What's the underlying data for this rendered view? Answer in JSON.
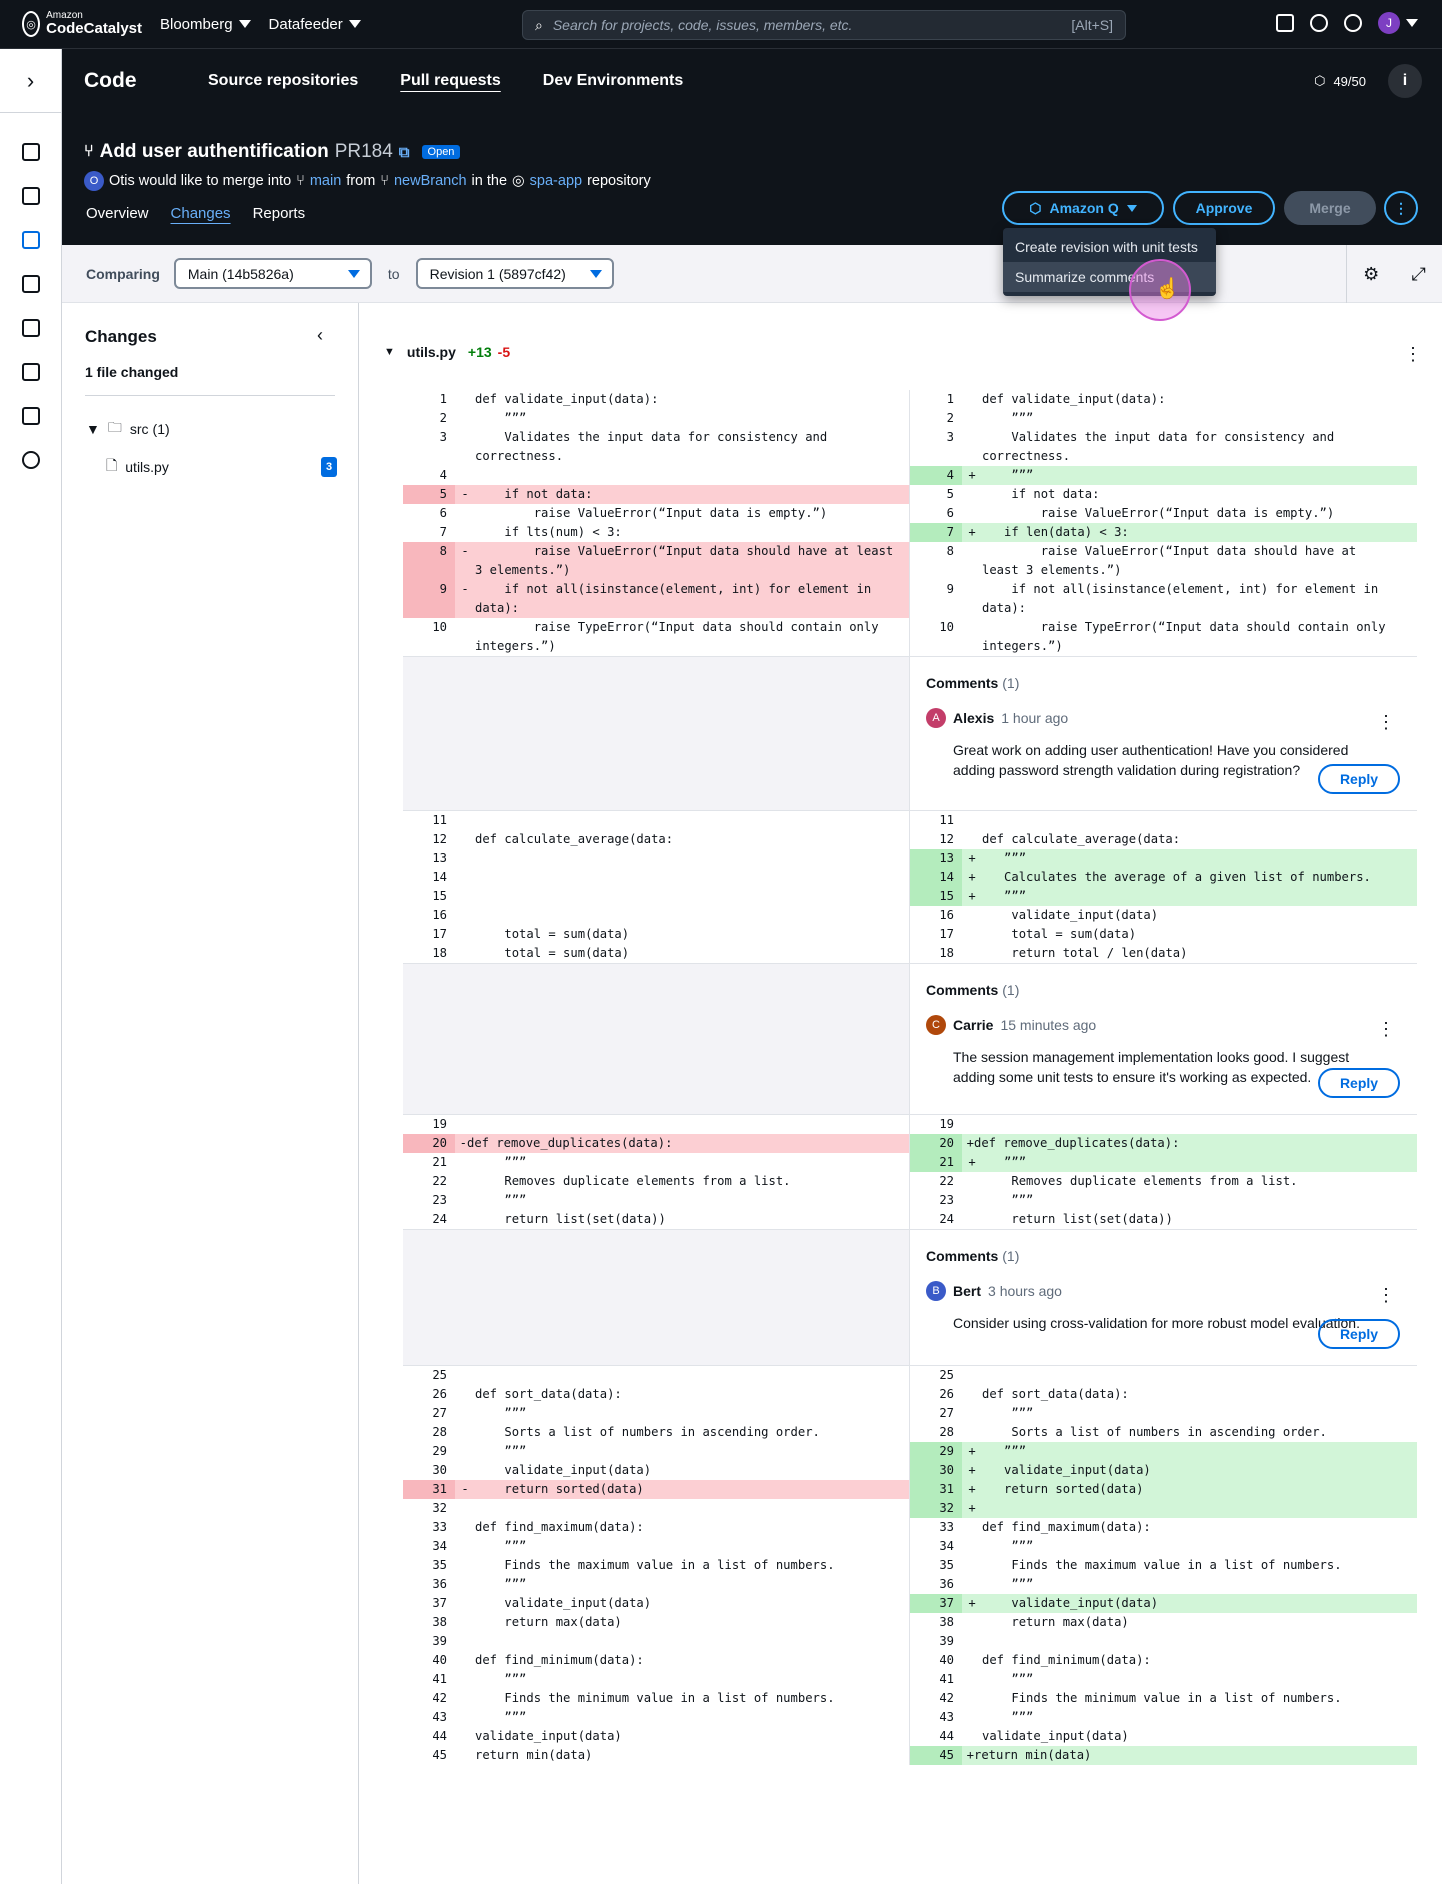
{
  "topbar": {
    "brand_small": "Amazon",
    "brand": "CodeCatalyst",
    "space": "Bloomberg",
    "project": "Datafeeder",
    "search_placeholder": "Search for projects, code, issues, members, etc.",
    "search_shortcut": "[Alt+S]",
    "avatar_initial": "J"
  },
  "nav": {
    "section": "Code",
    "tabs": [
      "Source repositories",
      "Pull requests",
      "Dev Environments"
    ],
    "quota": "49/50"
  },
  "pr": {
    "title": "Add user authentification",
    "number": "PR184",
    "status": "Open",
    "author_initial": "O",
    "author_text": "Otis would like to merge into",
    "target_branch": "main",
    "from_text": "from",
    "source_branch": "newBranch",
    "in_text": "in the",
    "repo": "spa-app",
    "repo_suffix": "repository",
    "tabs": [
      "Overview",
      "Changes",
      "Reports"
    ],
    "buttons": {
      "amazon_q": "Amazon Q",
      "approve": "Approve",
      "merge": "Merge"
    }
  },
  "dropdown": {
    "items": [
      "Create revision with unit tests",
      "Summarize comments"
    ]
  },
  "compare": {
    "label": "Comparing",
    "from": "Main (14b5826a)",
    "to_label": "to",
    "to": "Revision 1 (5897cf42)"
  },
  "changes": {
    "title": "Changes",
    "files_changed": "1 file changed",
    "folder": "src",
    "folder_count": "(1)",
    "file": "utils.py",
    "file_count": "3"
  },
  "file": {
    "name": "utils.py",
    "additions": "+13",
    "deletions": "-5"
  },
  "comments": [
    {
      "header": "Comments",
      "count": "(1)",
      "initial": "A",
      "color": "#c33d69",
      "author": "Alexis",
      "time": "1 hour ago",
      "text": "Great work on adding user authentication! Have you considered adding password strength validation during registration?",
      "reply": "Reply"
    },
    {
      "header": "Comments",
      "count": "(1)",
      "initial": "C",
      "color": "#b0480b",
      "author": "Carrie",
      "time": "15 minutes ago",
      "text": "The session management implementation looks good. I suggest adding some unit tests to ensure it's working as expected.",
      "reply": "Reply"
    },
    {
      "header": "Comments",
      "count": "(1)",
      "initial": "B",
      "color": "#3a5ac8",
      "author": "Bert",
      "time": "3 hours ago",
      "text": "Consider using cross-validation for more robust model evaluation.",
      "reply": "Reply"
    }
  ],
  "diff_blocks": [
    [
      {
        "l": {
          "n": "1",
          "c": "def validate_input(data):"
        },
        "r": {
          "n": "1",
          "c": "def validate_input(data):"
        }
      },
      {
        "l": {
          "n": "2",
          "c": "    ”””"
        },
        "r": {
          "n": "2",
          "c": "    ”””"
        }
      },
      {
        "l": {
          "n": "3",
          "c": "    Validates the input data for consistency and\ncorrectness."
        },
        "r": {
          "n": "3",
          "c": "    Validates the input data for consistency and\ncorrectness."
        }
      },
      {
        "l": {
          "n": "4",
          "c": ""
        },
        "r": {
          "n": "4",
          "c": "    ”””",
          "t": "add"
        }
      },
      {
        "l": {
          "n": "5",
          "c": "    if not data:",
          "t": "del"
        },
        "r": {
          "n": "5",
          "c": "    if not data:"
        }
      },
      {
        "l": {
          "n": "6",
          "c": "        raise ValueError(“Input data is empty.”)"
        },
        "r": {
          "n": "6",
          "c": "        raise ValueError(“Input data is empty.”)"
        }
      },
      {
        "l": {
          "n": "7",
          "c": "    if lts(num) < 3:"
        },
        "r": {
          "n": "7",
          "c": "   if len(data) < 3:",
          "t": "add"
        }
      },
      {
        "l": {
          "n": "8",
          "c": "        raise ValueError(“Input data should have at least\n3 elements.”)",
          "t": "del"
        },
        "r": {
          "n": "8",
          "c": "        raise ValueError(“Input data should have at\nleast 3 elements.”)"
        }
      },
      {
        "l": {
          "n": "9",
          "c": "    if not all(isinstance(element, int) for element in\ndata):",
          "t": "del"
        },
        "r": {
          "n": "9",
          "c": "    if not all(isinstance(element, int) for element in\ndata):"
        }
      },
      {
        "l": {
          "n": "10",
          "c": "        raise TypeError(“Input data should contain only\nintegers.”)"
        },
        "r": {
          "n": "10",
          "c": "        raise TypeError(“Input data should contain only\nintegers.”)"
        }
      }
    ],
    [
      {
        "l": {
          "n": "11",
          "c": ""
        },
        "r": {
          "n": "11",
          "c": ""
        }
      },
      {
        "l": {
          "n": "12",
          "c": "def calculate_average(data:"
        },
        "r": {
          "n": "12",
          "c": "def calculate_average(data:"
        }
      },
      {
        "l": {
          "n": "13",
          "c": ""
        },
        "r": {
          "n": "13",
          "c": "   ”””",
          "t": "add"
        }
      },
      {
        "l": {
          "n": "14",
          "c": ""
        },
        "r": {
          "n": "14",
          "c": "   Calculates the average of a given list of numbers.",
          "t": "add"
        }
      },
      {
        "l": {
          "n": "15",
          "c": ""
        },
        "r": {
          "n": "15",
          "c": "   ”””",
          "t": "add"
        }
      },
      {
        "l": {
          "n": "16",
          "c": ""
        },
        "r": {
          "n": "16",
          "c": "    validate_input(data)"
        }
      },
      {
        "l": {
          "n": "17",
          "c": "    total = sum(data)"
        },
        "r": {
          "n": "17",
          "c": "    total = sum(data)"
        }
      },
      {
        "l": {
          "n": "18",
          "c": "    total = sum(data)"
        },
        "r": {
          "n": "18",
          "c": "    return total / len(data)"
        }
      }
    ],
    [
      {
        "l": {
          "n": "19",
          "c": ""
        },
        "r": {
          "n": "19",
          "c": ""
        }
      },
      {
        "l": {
          "n": "20",
          "c": "def remove_duplicates(data):",
          "t": "del",
          "m": "tight"
        },
        "r": {
          "n": "20",
          "c": "def remove_duplicates(data):",
          "t": "add",
          "m": "tight"
        }
      },
      {
        "l": {
          "n": "21",
          "c": "    ”””"
        },
        "r": {
          "n": "21",
          "c": "   ”””",
          "t": "add"
        }
      },
      {
        "l": {
          "n": "22",
          "c": "    Removes duplicate elements from a list."
        },
        "r": {
          "n": "22",
          "c": "    Removes duplicate elements from a list."
        }
      },
      {
        "l": {
          "n": "23",
          "c": "    ”””"
        },
        "r": {
          "n": "23",
          "c": "    ”””"
        }
      },
      {
        "l": {
          "n": "24",
          "c": "    return list(set(data))"
        },
        "r": {
          "n": "24",
          "c": "    return list(set(data))"
        }
      }
    ],
    [
      {
        "l": {
          "n": "25",
          "c": ""
        },
        "r": {
          "n": "25",
          "c": ""
        }
      },
      {
        "l": {
          "n": "26",
          "c": "def sort_data(data):"
        },
        "r": {
          "n": "26",
          "c": "def sort_data(data):"
        }
      },
      {
        "l": {
          "n": "27",
          "c": "    ”””"
        },
        "r": {
          "n": "27",
          "c": "    ”””"
        }
      },
      {
        "l": {
          "n": "28",
          "c": "    Sorts a list of numbers in ascending order."
        },
        "r": {
          "n": "28",
          "c": "    Sorts a list of numbers in ascending order."
        }
      },
      {
        "l": {
          "n": "29",
          "c": "    ”””"
        },
        "r": {
          "n": "29",
          "c": "   ”””",
          "t": "add"
        }
      },
      {
        "l": {
          "n": "30",
          "c": "    validate_input(data)"
        },
        "r": {
          "n": "30",
          "c": "   validate_input(data)",
          "t": "add"
        }
      },
      {
        "l": {
          "n": "31",
          "c": "    return sorted(data)",
          "t": "del"
        },
        "r": {
          "n": "31",
          "c": "   return sorted(data)",
          "t": "add"
        }
      },
      {
        "l": {
          "n": "32",
          "c": ""
        },
        "r": {
          "n": "32",
          "c": "",
          "t": "add"
        }
      },
      {
        "l": {
          "n": "33",
          "c": "def find_maximum(data):"
        },
        "r": {
          "n": "33",
          "c": "def find_maximum(data):"
        }
      },
      {
        "l": {
          "n": "34",
          "c": "    ”””"
        },
        "r": {
          "n": "34",
          "c": "    ”””"
        }
      },
      {
        "l": {
          "n": "35",
          "c": "    Finds the maximum value in a list of numbers."
        },
        "r": {
          "n": "35",
          "c": "    Finds the maximum value in a list of numbers."
        }
      },
      {
        "l": {
          "n": "36",
          "c": "    ”””"
        },
        "r": {
          "n": "36",
          "c": "    ”””"
        }
      },
      {
        "l": {
          "n": "37",
          "c": "    validate_input(data)"
        },
        "r": {
          "n": "37",
          "c": "    validate_input(data)",
          "t": "add"
        }
      },
      {
        "l": {
          "n": "38",
          "c": "    return max(data)"
        },
        "r": {
          "n": "38",
          "c": "    return max(data)"
        }
      },
      {
        "l": {
          "n": "39",
          "c": ""
        },
        "r": {
          "n": "39",
          "c": ""
        }
      },
      {
        "l": {
          "n": "40",
          "c": "def find_minimum(data):"
        },
        "r": {
          "n": "40",
          "c": "def find_minimum(data):"
        }
      },
      {
        "l": {
          "n": "41",
          "c": "    ”””"
        },
        "r": {
          "n": "41",
          "c": "    ”””"
        }
      },
      {
        "l": {
          "n": "42",
          "c": "    Finds the minimum value in a list of numbers."
        },
        "r": {
          "n": "42",
          "c": "    Finds the minimum value in a list of numbers."
        }
      },
      {
        "l": {
          "n": "43",
          "c": "    ”””"
        },
        "r": {
          "n": "43",
          "c": "    ”””"
        }
      },
      {
        "l": {
          "n": "44",
          "c": "validate_input(data)"
        },
        "r": {
          "n": "44",
          "c": "validate_input(data)"
        }
      },
      {
        "l": {
          "n": "45",
          "c": "return min(data)"
        },
        "r": {
          "n": "45",
          "c": "return min(data)",
          "t": "add",
          "m": "tight"
        }
      }
    ]
  ]
}
